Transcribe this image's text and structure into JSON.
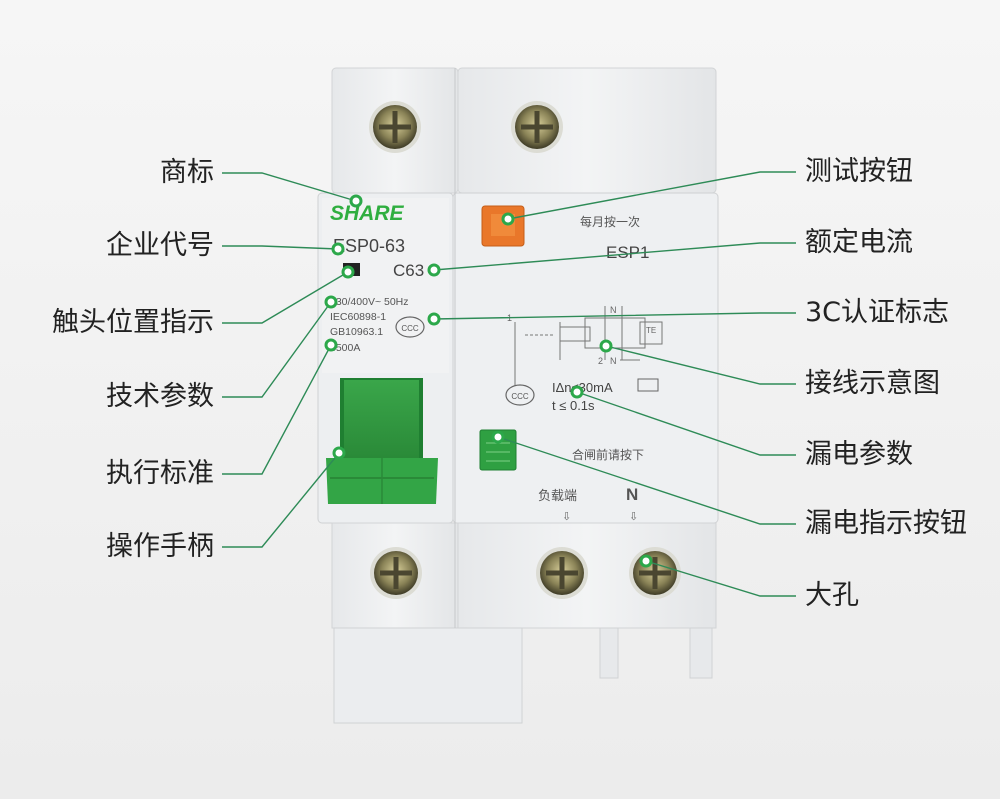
{
  "callouts_left": [
    {
      "id": "trademark",
      "label": "商标"
    },
    {
      "id": "company-code",
      "label": "企业代号"
    },
    {
      "id": "contact-position-indicator",
      "label": "触头位置指示"
    },
    {
      "id": "technical-parameters",
      "label": "技术参数"
    },
    {
      "id": "execution-standard",
      "label": "执行标准"
    },
    {
      "id": "operating-handle",
      "label": "操作手柄"
    }
  ],
  "callouts_right": [
    {
      "id": "test-button",
      "label": "测试按钮"
    },
    {
      "id": "rated-current",
      "label": "额定电流"
    },
    {
      "id": "3c-mark",
      "label": "3C认证标志"
    },
    {
      "id": "wiring-diagram",
      "label": "接线示意图"
    },
    {
      "id": "leakage-parameters",
      "label": "漏电参数"
    },
    {
      "id": "leakage-indicator-button",
      "label": "漏电指示按钮"
    },
    {
      "id": "large-hole",
      "label": "大孔"
    }
  ],
  "device": {
    "brand": "SHARE",
    "model_main": "ESP0-63",
    "rating": "C63",
    "specs": [
      "230/400V~ 50Hz",
      "IEC60898-1",
      "GB10963.1",
      "4500A"
    ],
    "test_note": "每月按一次",
    "model_rcd": "ESP1",
    "leak_current": "IΔn≤30mA",
    "leak_time": "t  ≤  0.1s",
    "reset_note": "合闸前请按下",
    "load_end": "负载端",
    "neutral": "N",
    "wiring_labels": [
      "1",
      "N",
      "2",
      "N",
      "TE"
    ],
    "ccc": "CCC",
    "colors": {
      "body": "#eceef0",
      "brand": "#2fae3f",
      "handle": "#2e9b3c",
      "test_button": "#e9772a",
      "callout_line": "#2e8b57",
      "dot": "#2ca84a"
    }
  }
}
